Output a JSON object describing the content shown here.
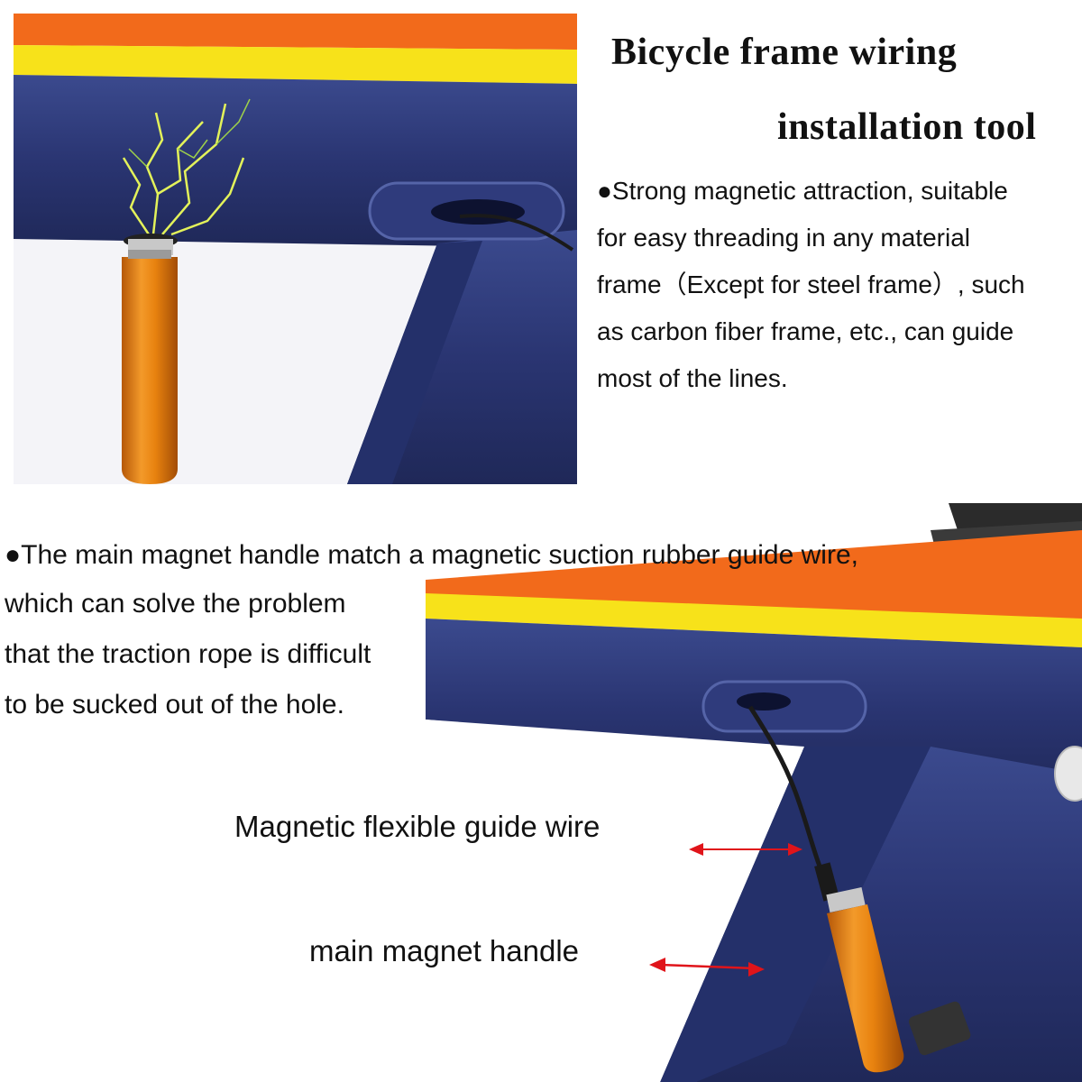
{
  "title": {
    "line1": "Bicycle frame wiring",
    "line2": "installation tool"
  },
  "feature1": {
    "lines": [
      "●Strong magnetic attraction, suitable",
      "for easy threading in any material",
      "frame（Except for steel frame）, such",
      "as carbon fiber frame, etc., can guide",
      "most of the lines."
    ]
  },
  "feature2": {
    "lines": [
      "●The main magnet handle match a magnetic suction rubber guide wire,",
      "which can solve the problem",
      "that the traction rope is difficult",
      "to be sucked out of the hole."
    ]
  },
  "callouts": {
    "guide_wire": "Magnetic flexible guide wire",
    "handle": "main magnet handle"
  },
  "colors": {
    "frame_blue": "#2a3572",
    "frame_orange": "#f26a1b",
    "frame_yellow": "#f7e21a",
    "handle_orange": "#e8820f",
    "arrow_red": "#e0141a"
  }
}
